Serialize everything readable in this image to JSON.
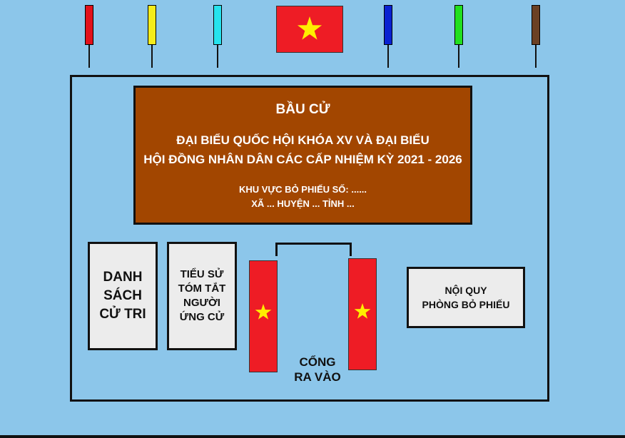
{
  "flags": {
    "poles": [
      {
        "name": "red",
        "color": "#e3101a"
      },
      {
        "name": "yellow",
        "color": "#f4ec1c"
      },
      {
        "name": "cyan",
        "color": "#26e3ee"
      },
      {
        "name": "blue",
        "color": "#0a22d2"
      },
      {
        "name": "green",
        "color": "#22e01e"
      },
      {
        "name": "brown",
        "color": "#6b4124"
      }
    ],
    "national_flag": {
      "background": "#ee1c25",
      "star": "#ffee00"
    }
  },
  "banner": {
    "title": "BẦU CỬ",
    "line1": "ĐẠI BIỂU QUỐC HỘI KHÓA XV VÀ ĐẠI BIỂU",
    "line2": "HỘI ĐỒNG NHÂN DÂN CÁC CẤP NHIỆM KỲ 2021 - 2026",
    "area": "KHU VỰC BỎ PHIẾU SỐ: ......",
    "location": "XÃ ... HUYỆN ... TỈNH ..."
  },
  "boards": {
    "voter_list": [
      "DANH",
      "SÁCH",
      "CỬ TRI"
    ],
    "candidate_bio": [
      "TIỂU SỬ",
      "TÓM TẮT",
      "NGƯỜI",
      "ỨNG CỬ"
    ],
    "rules": [
      "NỘI QUY",
      "PHÒNG BỎ PHIẾU"
    ]
  },
  "gate": {
    "label": [
      "CỔNG",
      "RA VÀO"
    ]
  },
  "colors": {
    "background": "#8cc6ea",
    "banner": "#a24600",
    "board": "#ececec",
    "flag_red": "#ee1c25",
    "star": "#ffee00"
  }
}
